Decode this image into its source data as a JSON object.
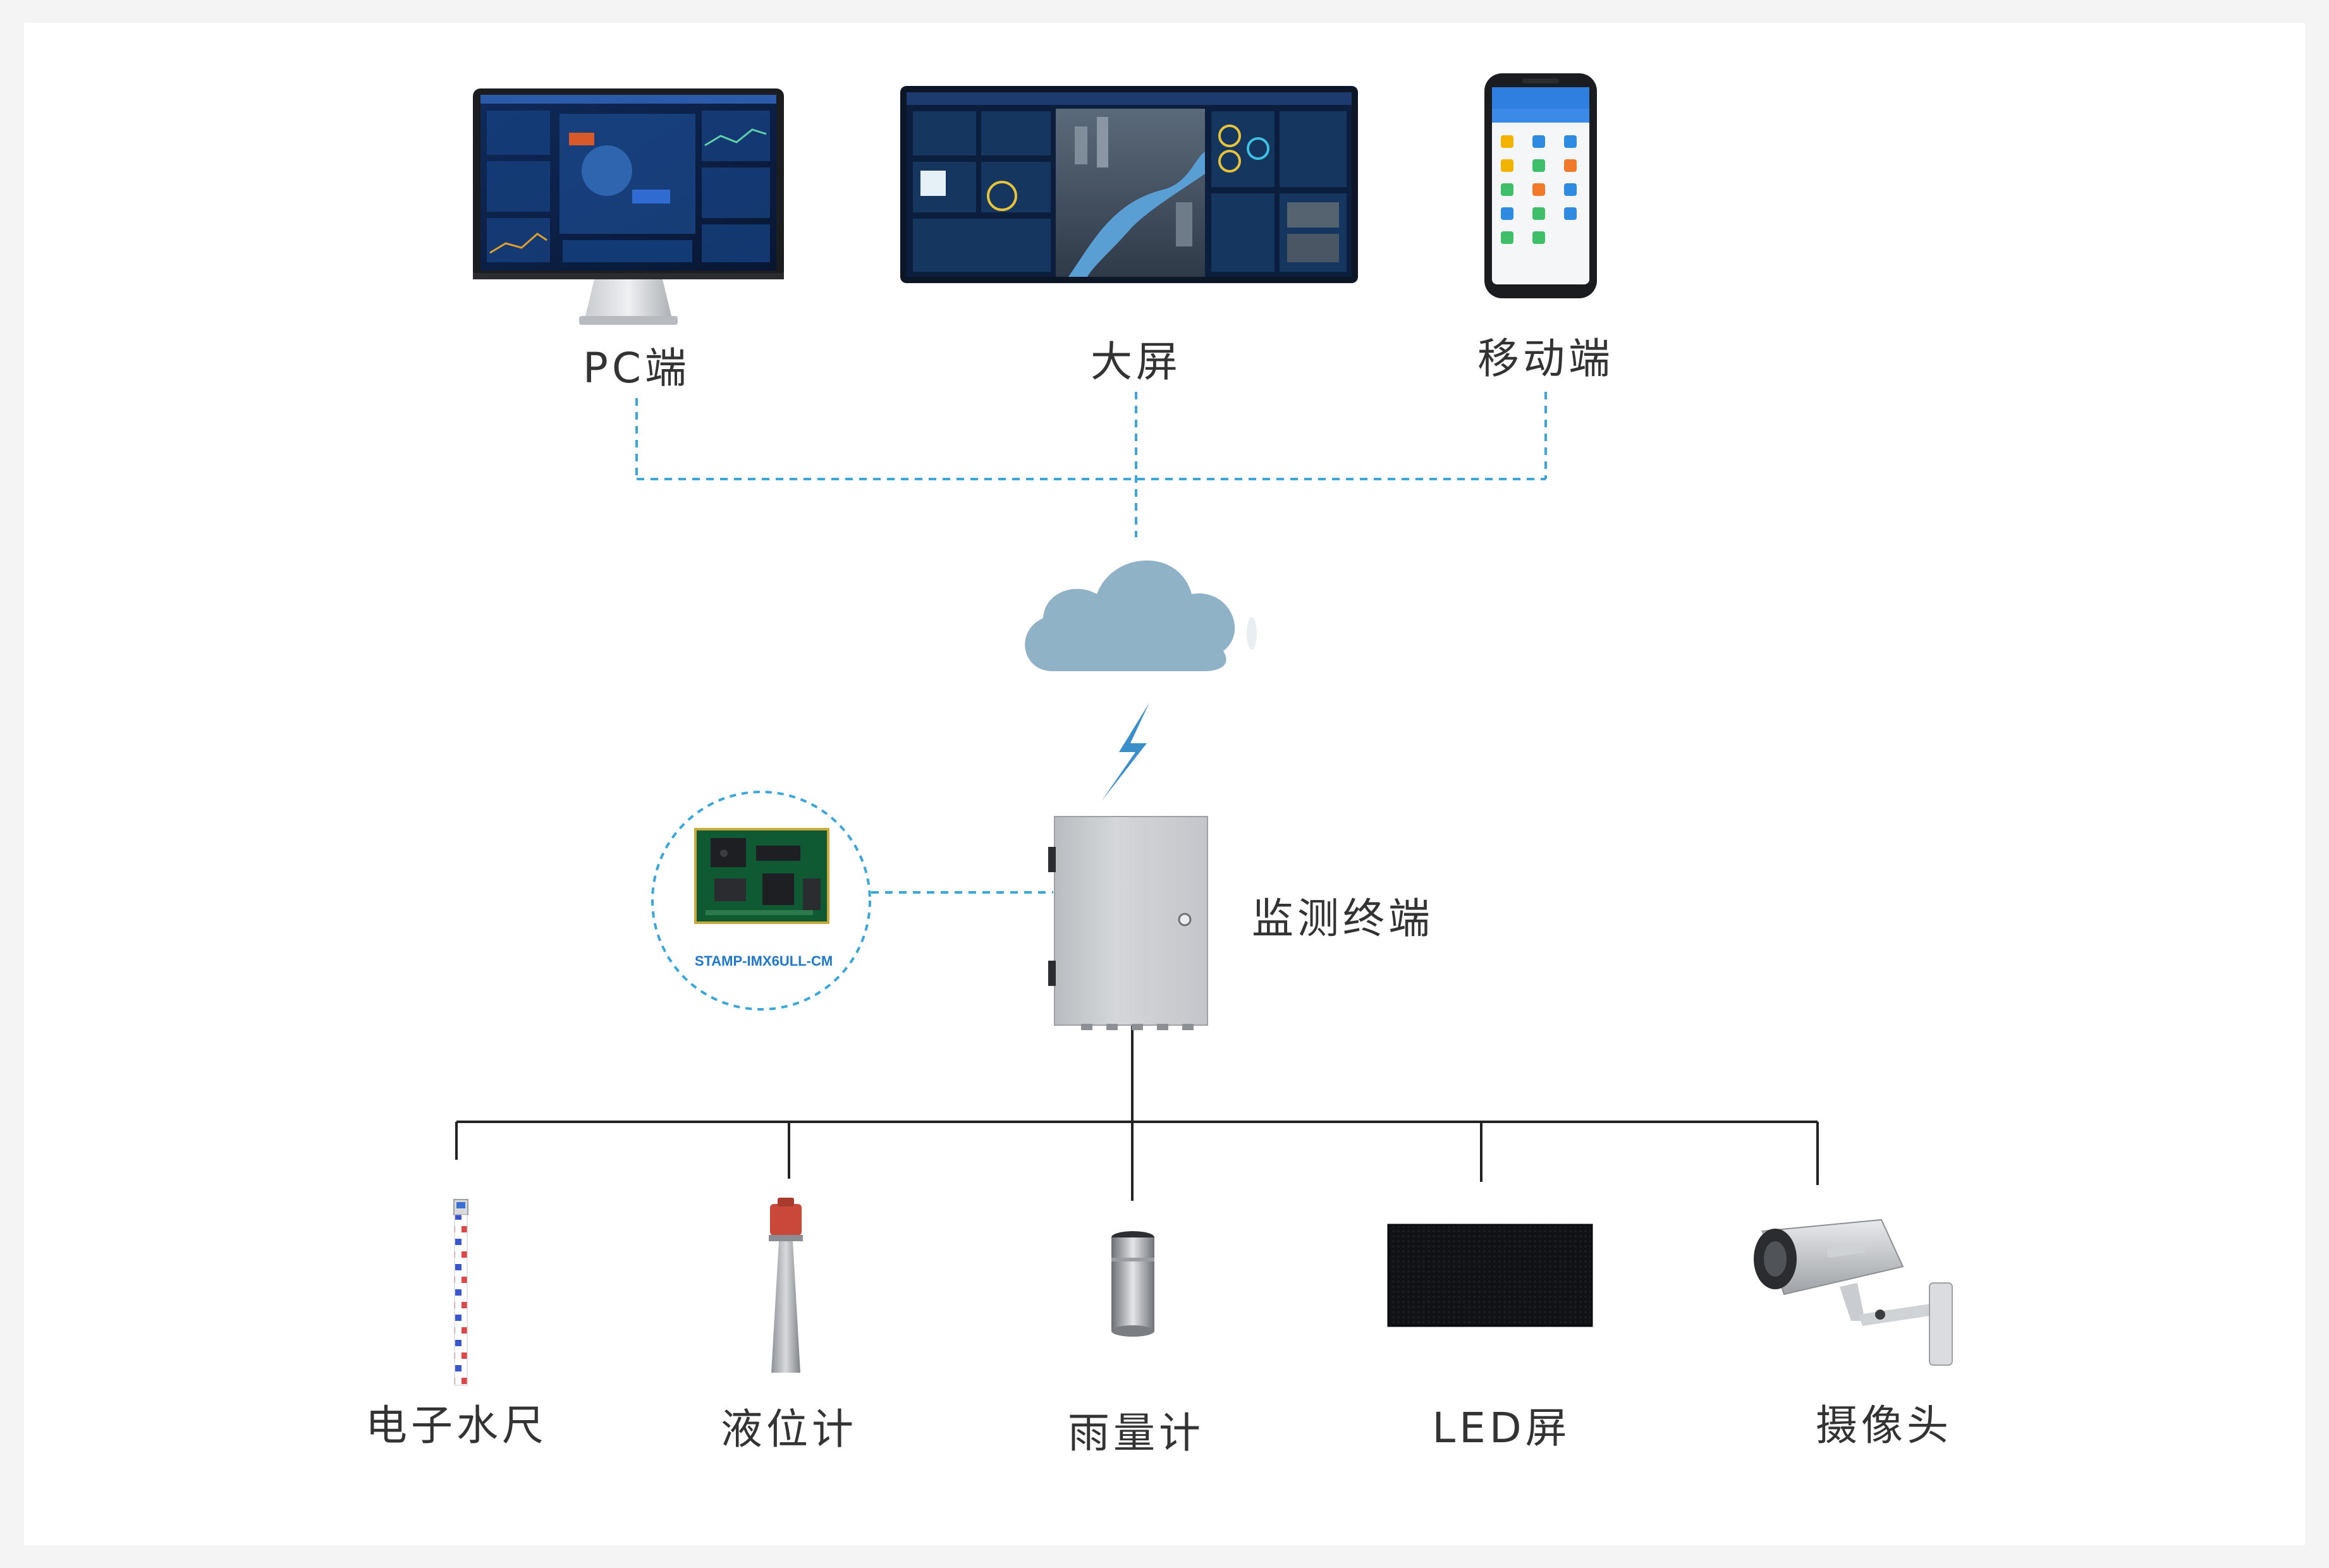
{
  "clients": [
    {
      "id": "pc",
      "label": "PC端",
      "icon": "desktop-monitor-icon"
    },
    {
      "id": "bigscreen",
      "label": "大屏",
      "icon": "large-display-icon"
    },
    {
      "id": "mobile",
      "label": "移动端",
      "icon": "smartphone-icon"
    }
  ],
  "cloud": {
    "icon": "cloud-icon",
    "color": "#8fb2c7"
  },
  "wireless": {
    "icon": "lightning-bolt-icon",
    "color": "#3b8fc9"
  },
  "terminal": {
    "label": "监测终端",
    "icon": "enclosure-box-icon"
  },
  "module": {
    "label": "STAMP-IMX6ULL-CM",
    "icon": "circuit-board-icon"
  },
  "devices": [
    {
      "id": "water-gauge",
      "label": "电子水尺",
      "icon": "water-gauge-icon"
    },
    {
      "id": "level-meter",
      "label": "液位计",
      "icon": "radar-level-meter-icon"
    },
    {
      "id": "rain-gauge",
      "label": "雨量计",
      "icon": "rain-gauge-icon"
    },
    {
      "id": "led-screen",
      "label": "LED屏",
      "icon": "led-panel-icon"
    },
    {
      "id": "camera",
      "label": "摄像头",
      "icon": "security-camera-icon"
    }
  ],
  "colors": {
    "dashed_line": "#3ba6d9",
    "solid_line": "#222222",
    "screen_dark": "#0b1e3d",
    "screen_blue": "#143a72"
  }
}
